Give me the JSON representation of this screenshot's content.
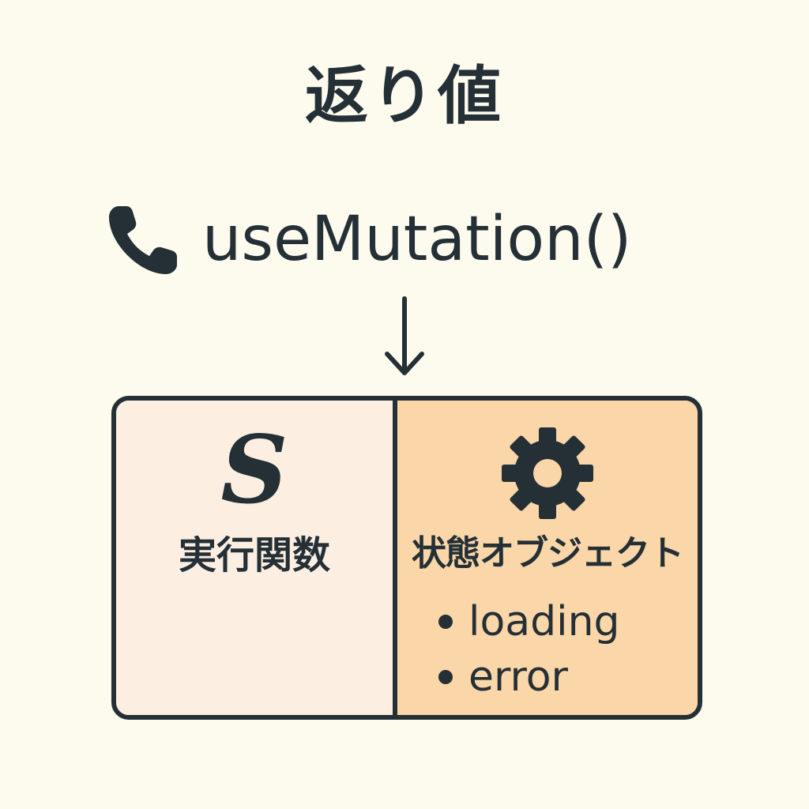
{
  "title": "返り値",
  "call": {
    "icon": "phone-icon",
    "text": "useMutation()"
  },
  "arrow": {
    "icon": "arrow-down-icon"
  },
  "panels": {
    "left": {
      "icon": "s-letter-icon",
      "icon_text": "S",
      "label": "実行関数"
    },
    "right": {
      "icon": "gear-icon",
      "label": "状態オブジェクト",
      "items": [
        "loading",
        "error"
      ]
    }
  },
  "colors": {
    "background": "#fdfaee",
    "text": "#243036",
    "left_panel": "#fcefe2",
    "right_panel": "#fbd6a8"
  }
}
